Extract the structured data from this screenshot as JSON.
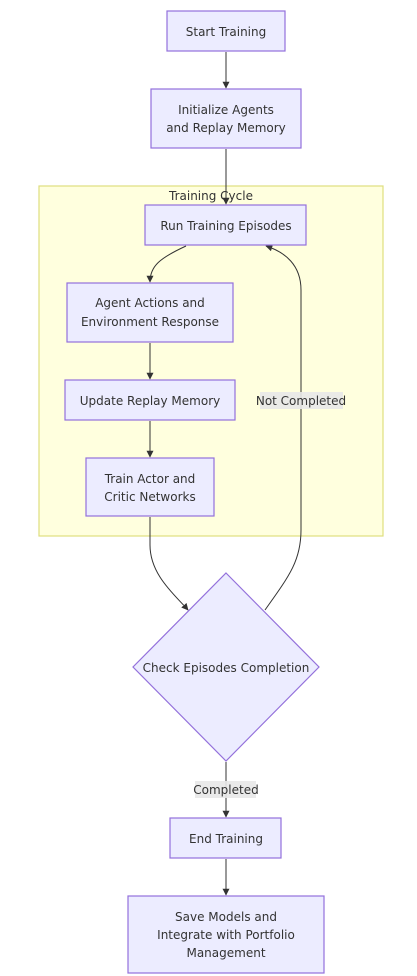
{
  "diagram": {
    "type": "flowchart",
    "colors": {
      "node_fill": "#ECECFF",
      "node_stroke": "#9370DB",
      "cluster_fill": "#ffffde",
      "cluster_stroke": "#dede7f",
      "edge": "#333333",
      "text": "#333333",
      "edge_label_bg": "#e8e8e8"
    },
    "cluster": {
      "label": "Training Cycle"
    },
    "nodes": {
      "start": {
        "lines": [
          "Start Training"
        ],
        "shape": "rect"
      },
      "init": {
        "lines": [
          "Initialize Agents",
          "and Replay Memory"
        ],
        "shape": "rect"
      },
      "run": {
        "lines": [
          "Run Training Episodes"
        ],
        "shape": "rect"
      },
      "actions": {
        "lines": [
          "Agent Actions and",
          "Environment Response"
        ],
        "shape": "rect"
      },
      "update": {
        "lines": [
          "Update Replay Memory"
        ],
        "shape": "rect"
      },
      "train": {
        "lines": [
          "Train Actor and",
          "Critic Networks"
        ],
        "shape": "rect"
      },
      "check": {
        "lines": [
          "Check Episodes Completion"
        ],
        "shape": "diamond"
      },
      "end": {
        "lines": [
          "End Training"
        ],
        "shape": "rect"
      },
      "save": {
        "lines": [
          "Save Models and",
          "Integrate with Portfolio",
          "Management"
        ],
        "shape": "rect"
      }
    },
    "edges": [
      {
        "from": "start",
        "to": "init",
        "label": ""
      },
      {
        "from": "init",
        "to": "run",
        "label": ""
      },
      {
        "from": "run",
        "to": "actions",
        "label": ""
      },
      {
        "from": "actions",
        "to": "update",
        "label": ""
      },
      {
        "from": "update",
        "to": "train",
        "label": ""
      },
      {
        "from": "train",
        "to": "check",
        "label": ""
      },
      {
        "from": "check",
        "to": "run",
        "label": "Not Completed"
      },
      {
        "from": "check",
        "to": "end",
        "label": "Completed"
      },
      {
        "from": "end",
        "to": "save",
        "label": ""
      }
    ]
  }
}
